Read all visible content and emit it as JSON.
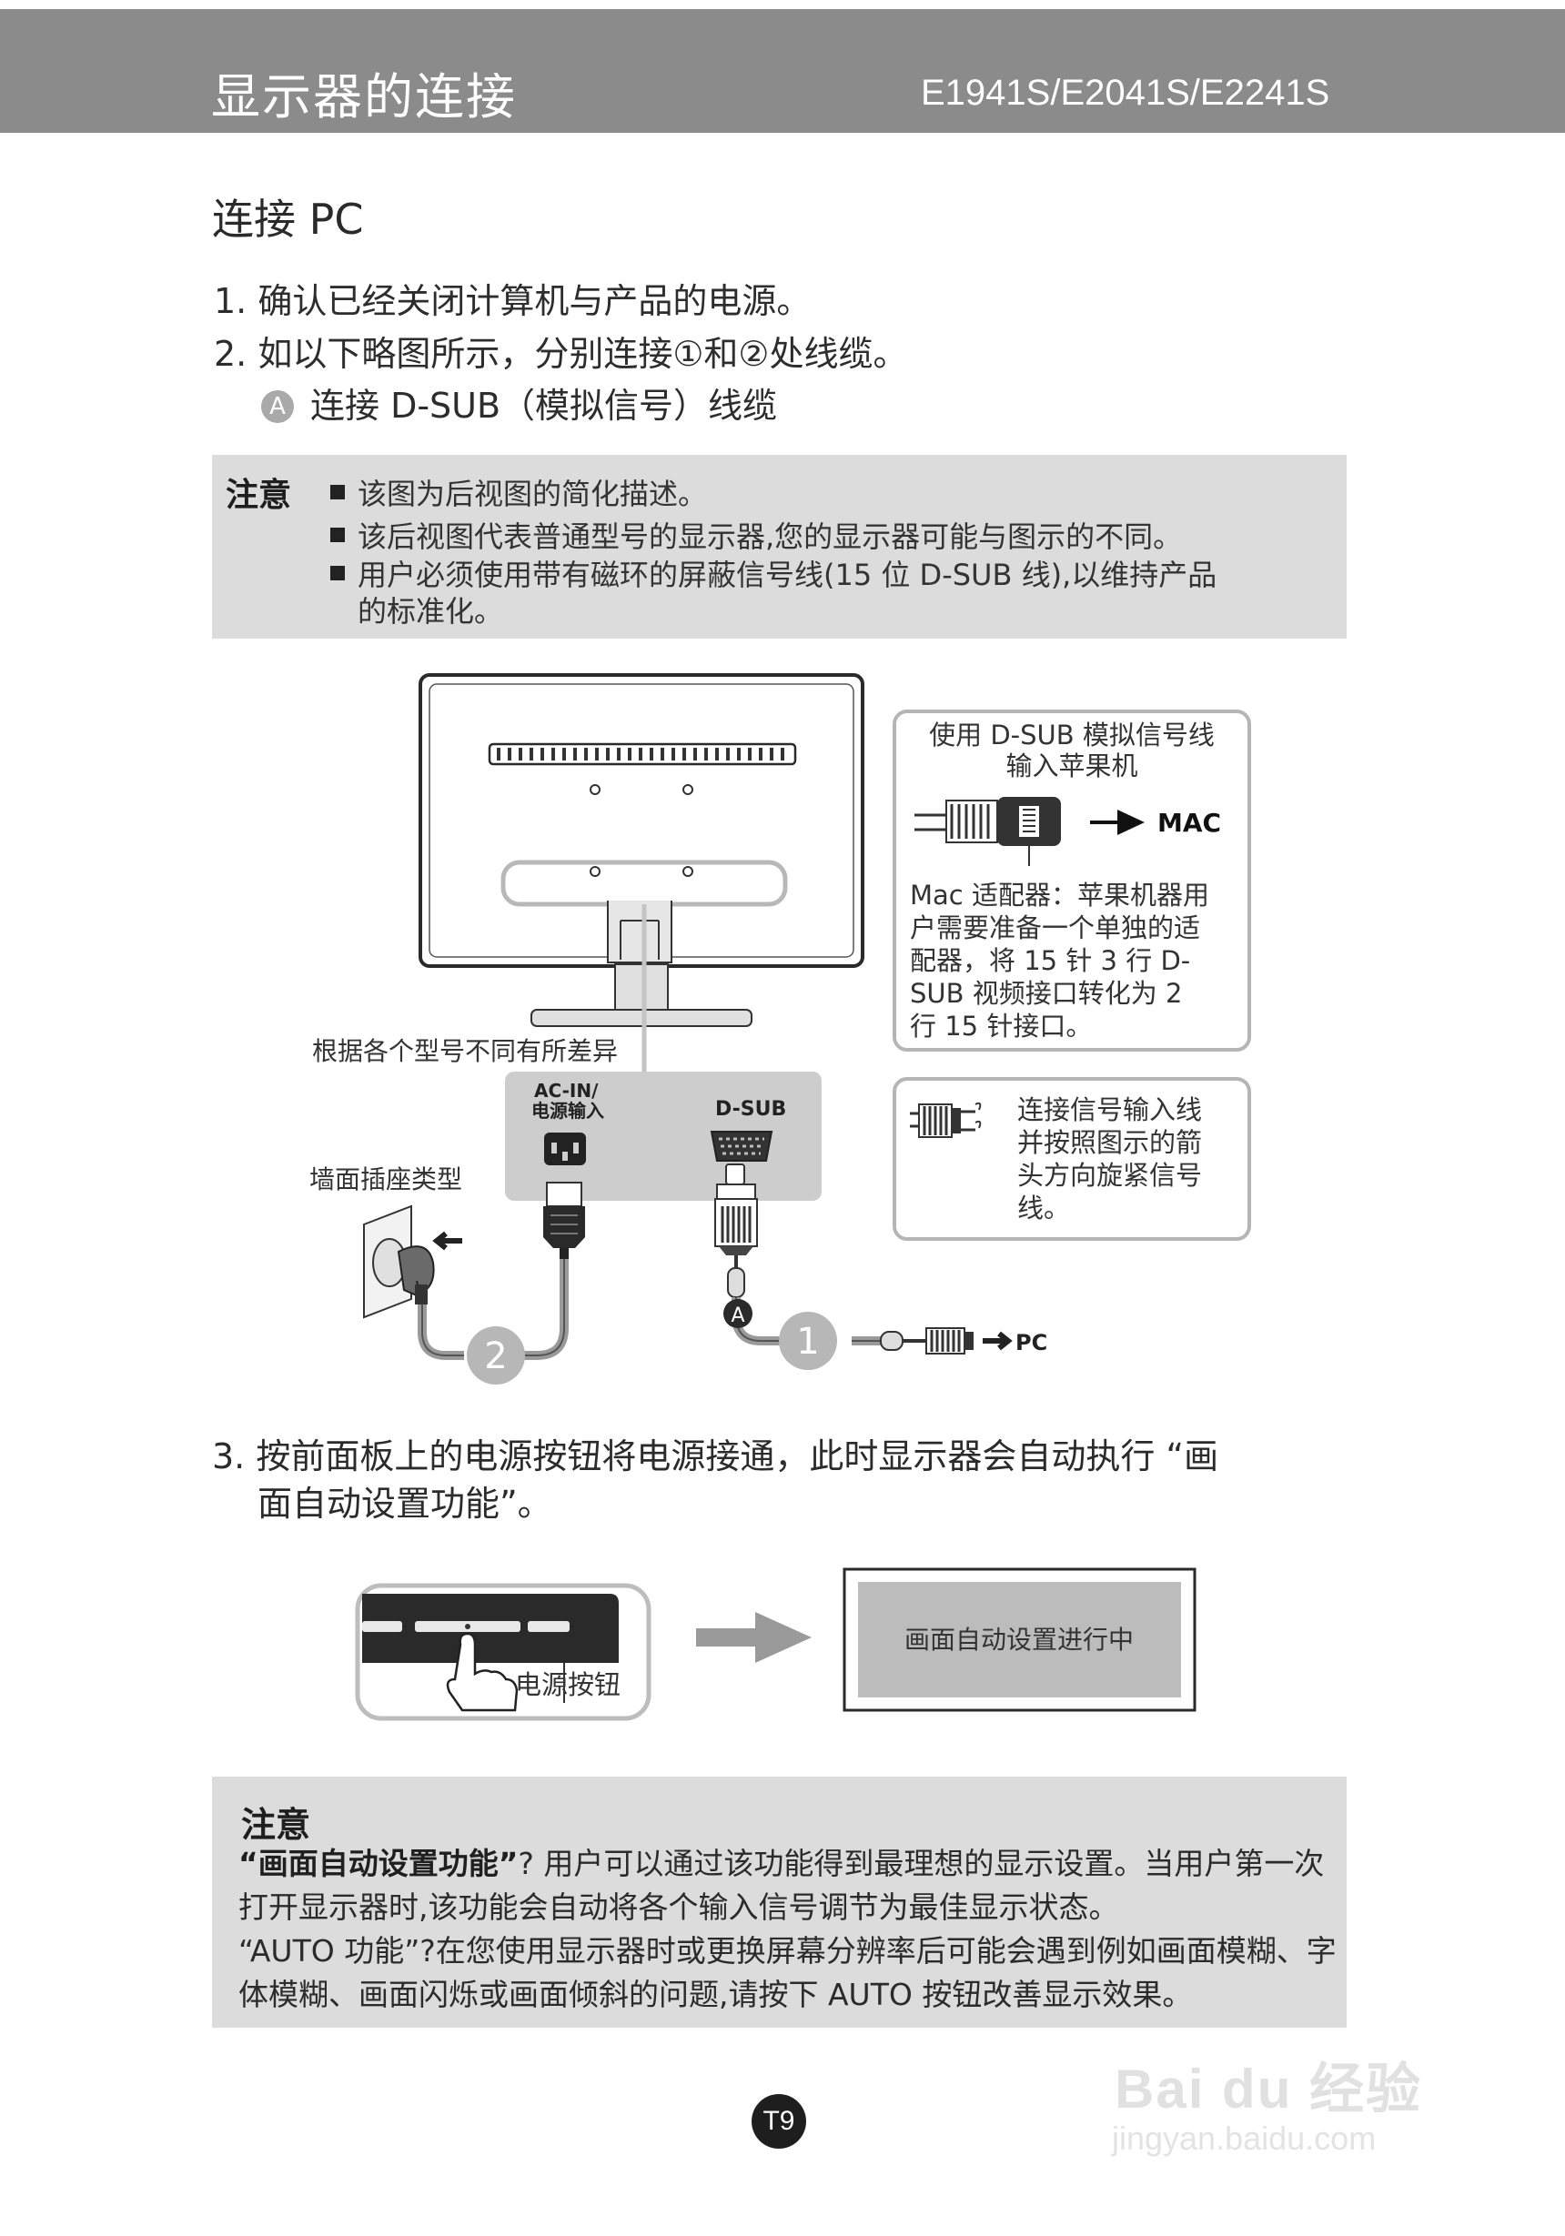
{
  "header": {
    "title": "显示器的连接",
    "model": "E1941S/E2041S/E2241S"
  },
  "section": {
    "title": "连接 PC",
    "steps": [
      "1. 确认已经关闭计算机与产品的电源。",
      "2. 如以下略图所示，分别连接①和②处线缆。"
    ],
    "sub_item": {
      "badge": "A",
      "text": "连接 D-SUB（模拟信号）线缆"
    }
  },
  "note1": {
    "label": "注意",
    "bullets": [
      "该图为后视图的简化描述。",
      "该后视图代表普通型号的显示器,您的显示器可能与图示的不同。",
      "用户必须使用带有磁环的屏蔽信号线(15 位 D-SUB 线),以维持产品",
      "的标准化。"
    ]
  },
  "diagram": {
    "model_diff": "根据各个型号不同有所差异",
    "wall_outlet": "墙面插座类型",
    "acin_label_1": "AC-IN/",
    "acin_label_2": "电源输入",
    "dsub_label": "D-SUB",
    "marker_1": "1",
    "marker_2": "2",
    "marker_a": "A",
    "pc_label": "PC",
    "mac_box": {
      "title_1": "使用 D-SUB 模拟信号线",
      "title_2": "输入苹果机",
      "mac_label": "MAC",
      "desc": [
        "Mac 适配器：苹果机器用",
        "户需要准备一个单独的适",
        "配器，将 15 针 3 行 D-",
        "SUB 视频接口转化为 2",
        "行 15 针接口。"
      ]
    },
    "cable_box": {
      "desc": [
        "连接信号输入线",
        "并按照图示的箭",
        "头方向旋紧信号",
        "线。"
      ]
    }
  },
  "step3": {
    "line1": "3. 按前面板上的电源按钮将电源接通，此时显示器会自动执行 “画",
    "line2": "面自动设置功能”。"
  },
  "power_illus": {
    "button_label": "电源按钮",
    "screen_text": "画面自动设置进行中"
  },
  "note2": {
    "label": "注意",
    "p1_bold": "“画面自动设置功能”",
    "p1_rest": "? 用户可以通过该功能得到最理想的显示设置。当用户第一次打开显示器时,该功能会自动将各个输入信号调节为最佳显示状态。",
    "p2": "“AUTO 功能”?在您使用显示器时或更换屏幕分辨率后可能会遇到例如画面模糊、字体模糊、画面闪烁或画面倾斜的问题,请按下 AUTO 按钮改善显示效果。"
  },
  "page_number": "T9",
  "watermark": {
    "logo": "Bai du 经验",
    "url": "jingyan.baidu.com"
  }
}
